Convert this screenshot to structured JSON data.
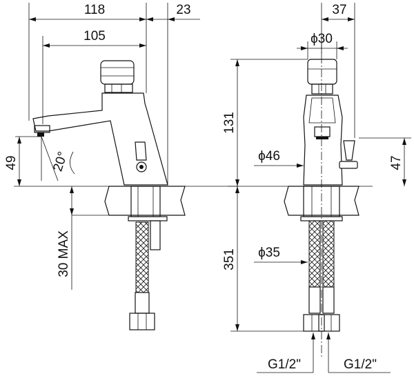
{
  "side_view": {
    "dim_total_width": "118",
    "dim_reach": "105",
    "dim_base_offset": "23",
    "dim_spout_height": "49",
    "dim_angle": "20°",
    "dim_max_thickness": "30 MAX"
  },
  "front_view": {
    "dim_button_offset": "37",
    "dim_button_dia": "ϕ30",
    "dim_height": "131",
    "dim_body_dia": "ϕ46",
    "dim_handle_height": "47",
    "dim_hose_length": "351",
    "dim_hose_dia": "ϕ35",
    "thread_left": "G1/2\"",
    "thread_right": "G1/2\""
  }
}
